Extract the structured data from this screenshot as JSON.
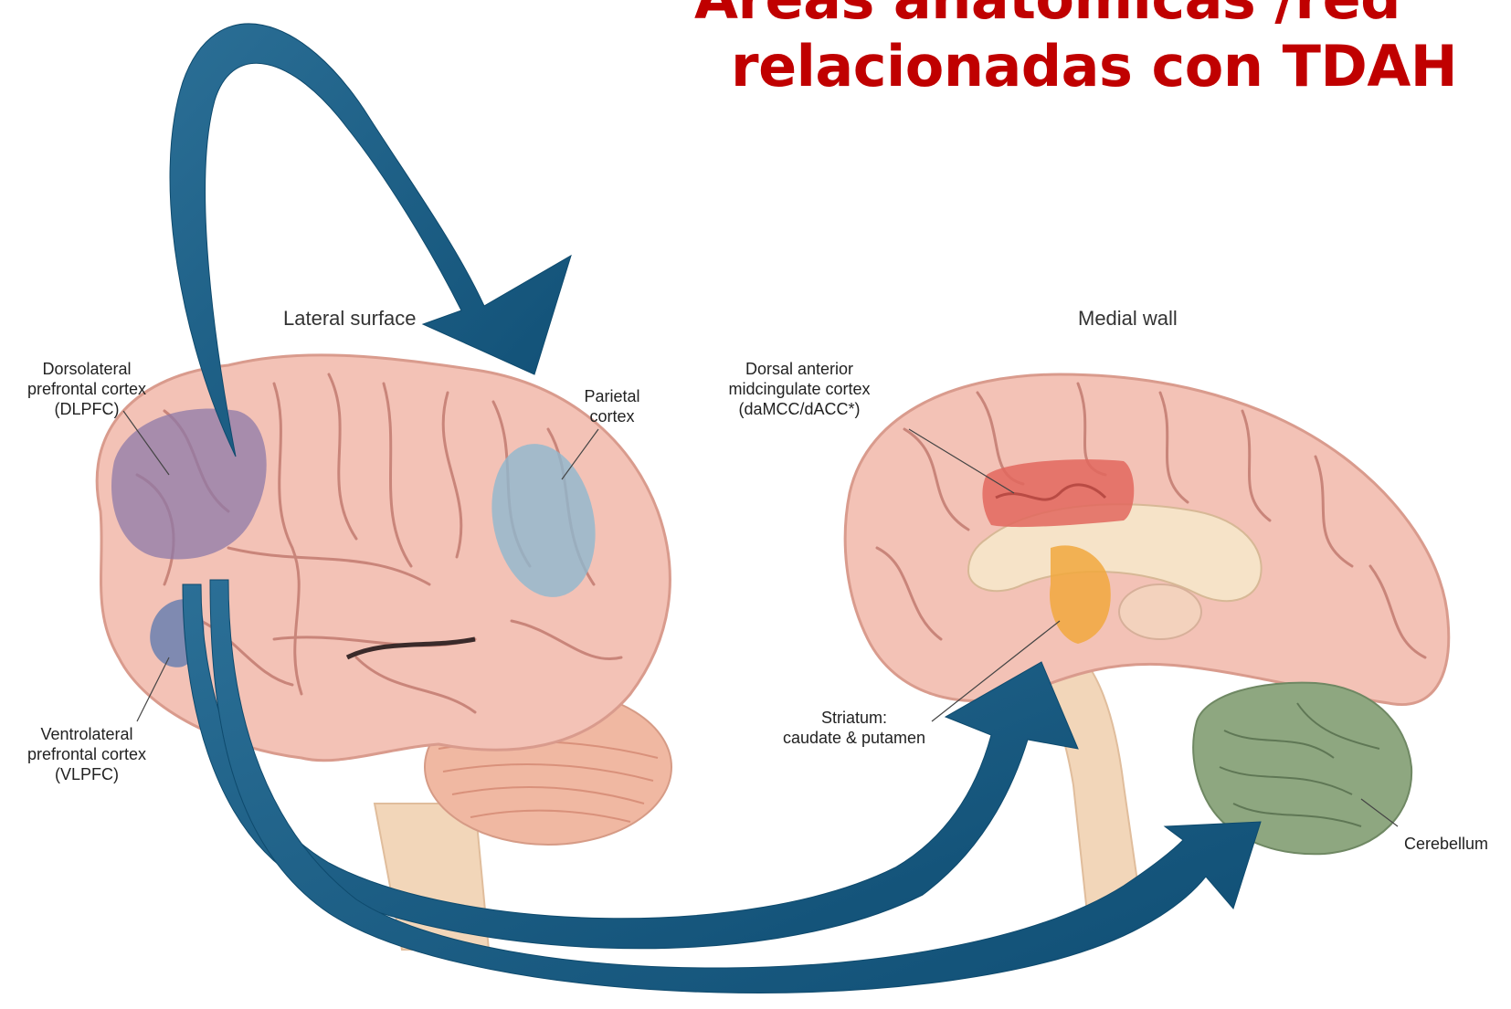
{
  "title": {
    "line1": "Áreas anatómicas /red",
    "line2": "relacionadas con TDAH"
  },
  "views": {
    "lateral": {
      "heading": "Lateral surface"
    },
    "medial": {
      "heading": "Medial wall"
    }
  },
  "labels": {
    "dlpfc": [
      "Dorsolateral",
      "prefrontal cortex",
      "(DLPFC)"
    ],
    "parietal": [
      "Parietal",
      "cortex"
    ],
    "vlpfc": [
      "Ventrolateral",
      "prefrontal cortex",
      "(VLPFC)"
    ],
    "damcc": [
      "Dorsal anterior",
      "midcingulate cortex",
      "(daMCC/dACC*)"
    ],
    "striatum": [
      "Striatum:",
      "caudate & putamen"
    ],
    "cerebellum": "Cerebellum"
  },
  "colors": {
    "title": "#c00000",
    "arrow": "#1b5a80",
    "brain": "#f3c2b6",
    "dlpfc": "#8d7aa8",
    "parietal": "#8fb8cf",
    "vlpfc": "#6a80b0",
    "damcc": "#e2675e",
    "striatum": "#f1a83e",
    "cerebellum": "#8ea780"
  }
}
